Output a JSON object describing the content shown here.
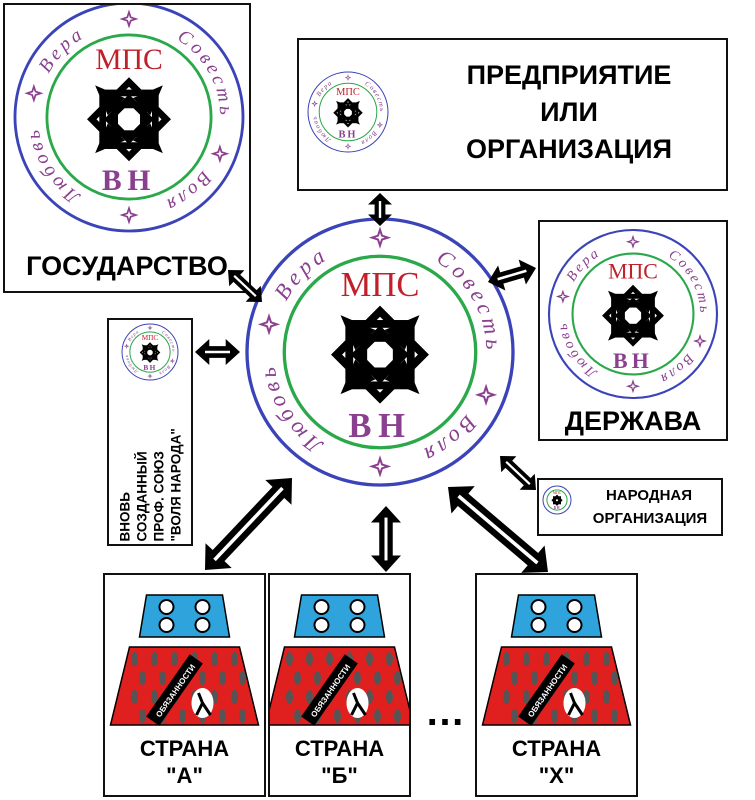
{
  "emblem": {
    "ring_words": [
      "Вера",
      "Совесть",
      "Воля",
      "Любовь"
    ],
    "top_letters": "МПС",
    "bottom_letters": "ВН",
    "colors": {
      "outer": "#3b43b8",
      "inner": "#2aa84a",
      "ring_text": "#8a3f8f",
      "top": "#c0202a",
      "bottom": "#8a3f8f"
    }
  },
  "state": {
    "label": "ГОСУДАРСТВО"
  },
  "enterprise": {
    "lines": [
      "ПРЕДПРИЯТИЕ",
      "ИЛИ",
      "ОРГАНИЗАЦИЯ"
    ]
  },
  "derzhava": {
    "label": "ДЕРЖАВА"
  },
  "union": {
    "lines": [
      "ВНОВЬ",
      "СОЗДАННЫЙ",
      "ПРОФ. СОЮЗ",
      "\"ВОЛЯ НАРОДА\""
    ]
  },
  "people_org": {
    "lines": [
      "НАРОДНАЯ",
      "ОРГАНИЗАЦИЯ"
    ]
  },
  "countries": [
    {
      "line1": "СТРАНА",
      "line2": "\"А\"",
      "burden": "ОБЯЗАННОСТИ"
    },
    {
      "line1": "СТРАНА",
      "line2": "\"Б\"",
      "burden": "ОБЯЗАННОСТИ"
    },
    {
      "line1": "СТРАНА",
      "line2": "\"Х\"",
      "burden": "ОБЯЗАННОСТИ"
    }
  ],
  "ellipsis": "…",
  "colors": {
    "pyramid_top": "#2ea3dc",
    "pyramid_bottom": "#e0201f"
  }
}
